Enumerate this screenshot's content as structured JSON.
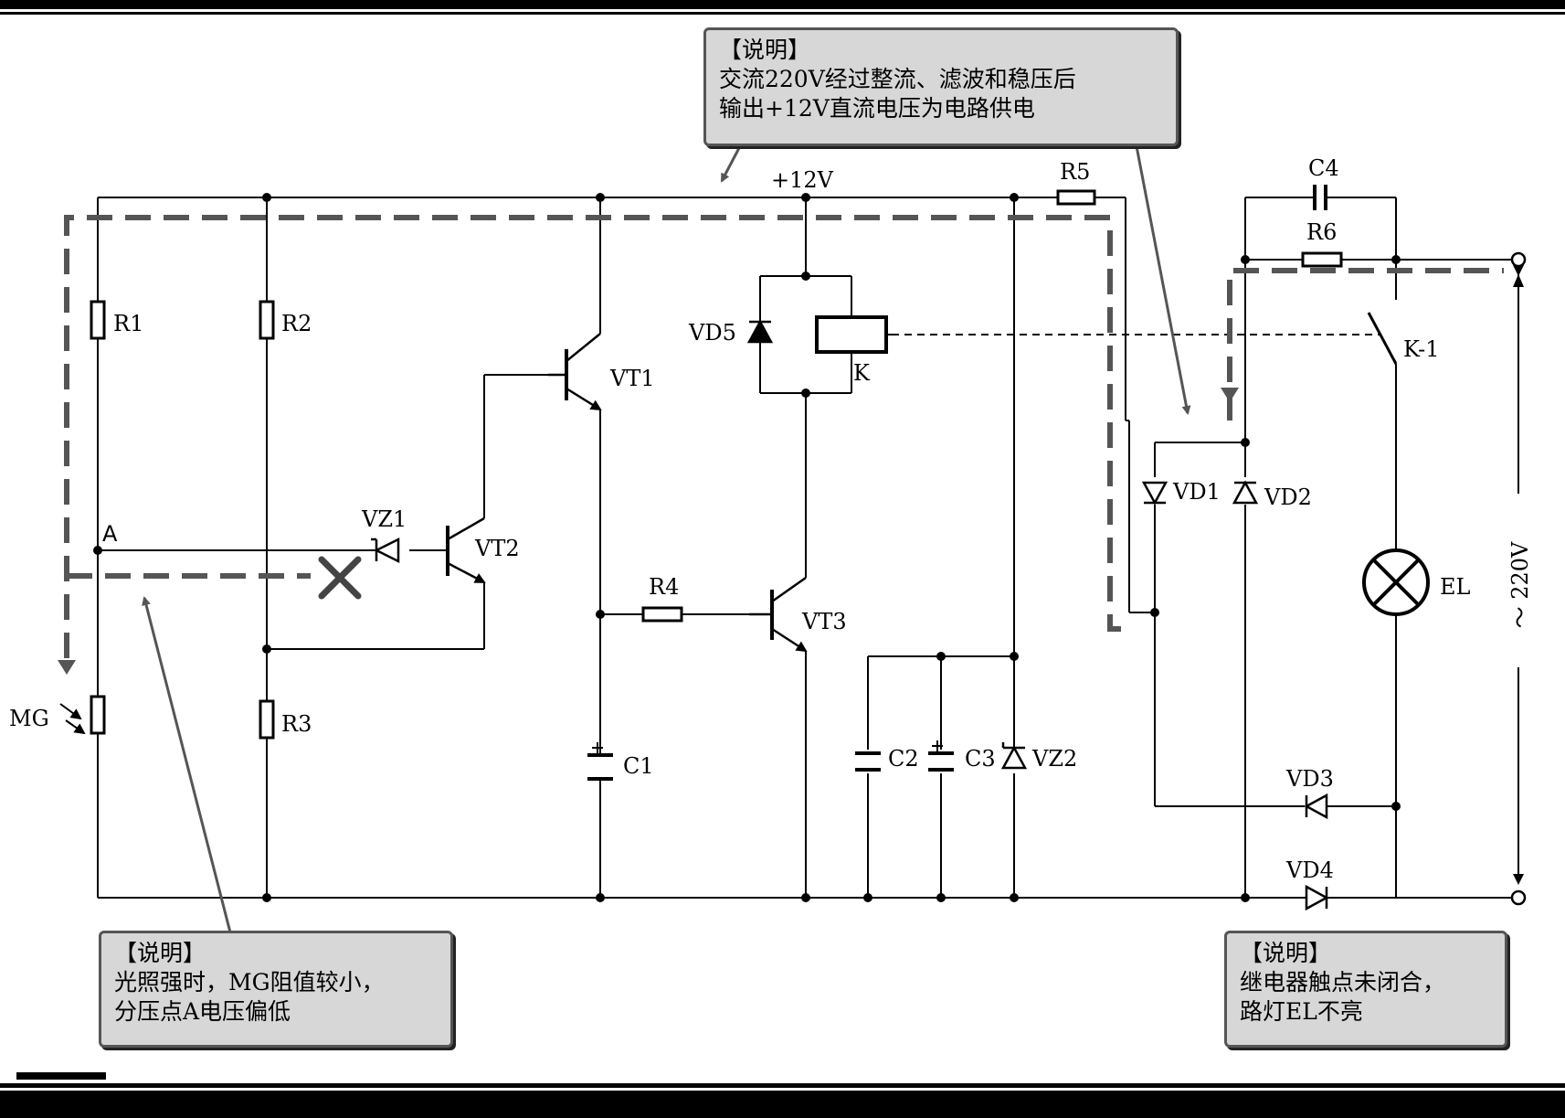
{
  "labels": {
    "supply": "+12V",
    "r1": "R1",
    "r2": "R2",
    "r3": "R3",
    "r4": "R4",
    "r5": "R5",
    "r6": "R6",
    "c1": "C1",
    "c2": "C2",
    "c3": "C3",
    "c4": "C4",
    "vt1": "VT1",
    "vt2": "VT2",
    "vt3": "VT3",
    "vz1": "VZ1",
    "vz2": "VZ2",
    "vd1": "VD1",
    "vd2": "VD2",
    "vd3": "VD3",
    "vd4": "VD4",
    "vd5": "VD5",
    "relay": "K",
    "contact": "K-1",
    "mg": "MG",
    "lamp": "EL",
    "node_a": "A",
    "ac": "～ 220V"
  },
  "notes": {
    "top": {
      "title": "【说明】",
      "lines": [
        "交流220V经过整流、滤波和稳压后",
        "输出+12V直流电压为电路供电"
      ]
    },
    "bottom_left": {
      "title": "【说明】",
      "lines": [
        "光照强时，MG阻值较小，",
        "分压点A电压偏低"
      ]
    },
    "bottom_right": {
      "title": "【说明】",
      "lines": [
        "继电器触点未闭合，",
        "路灯EL不亮"
      ]
    }
  }
}
